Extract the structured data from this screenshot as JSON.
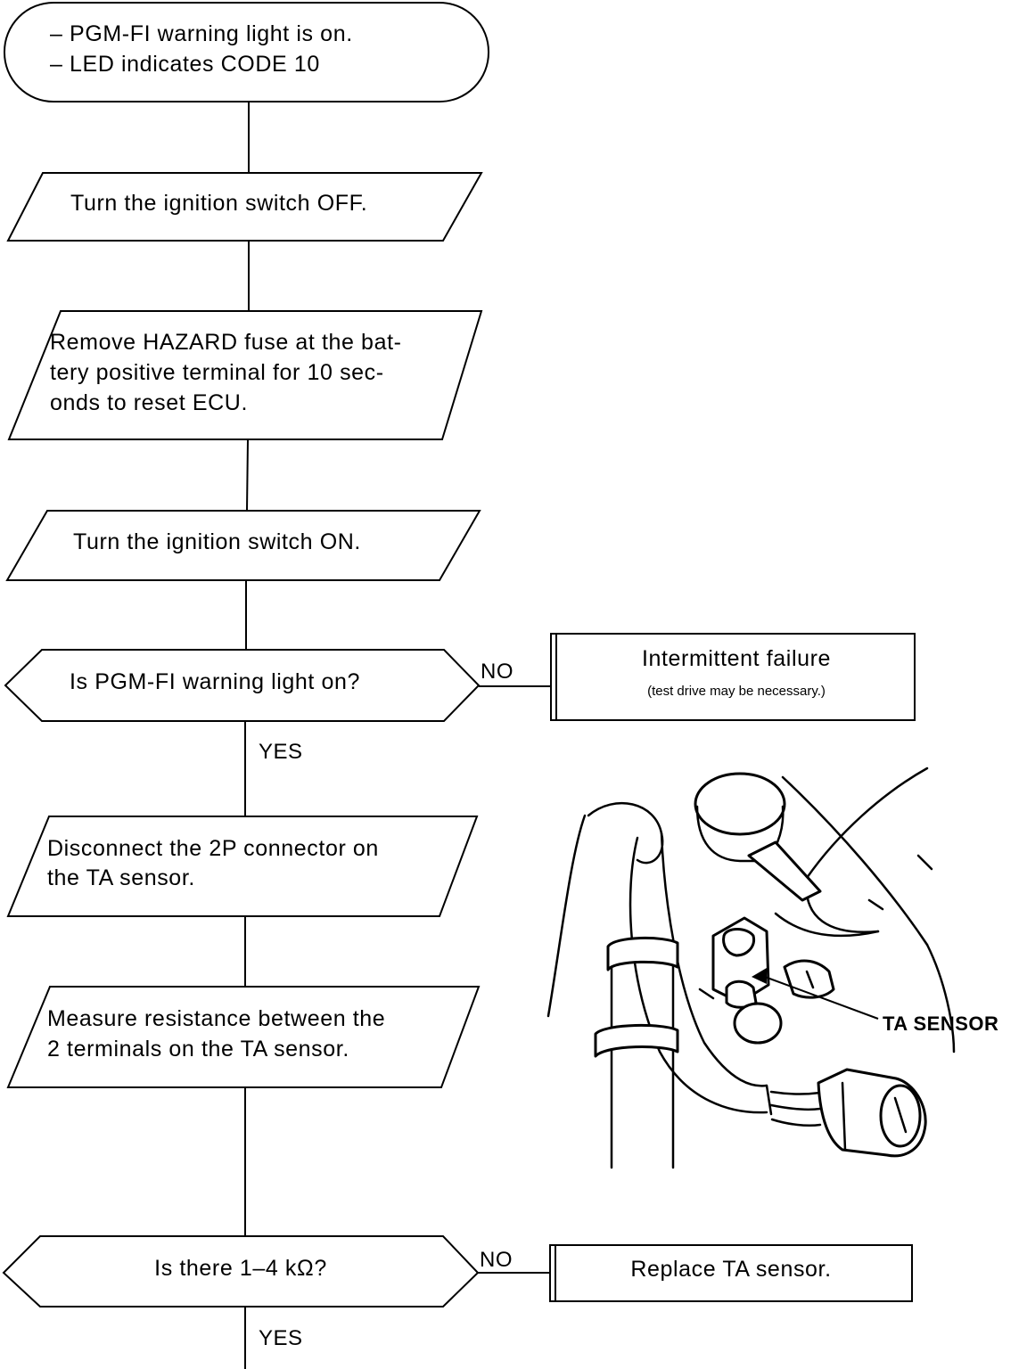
{
  "start": {
    "line1": "– PGM-FI warning light is on.",
    "line2": "– LED indicates CODE 10"
  },
  "steps": {
    "ignition_off": "Turn the ignition switch OFF.",
    "remove_fuse": [
      "Remove HAZARD fuse at the bat-",
      "tery positive terminal for 10 sec-",
      "onds to reset ECU."
    ],
    "ignition_on": "Turn the ignition switch ON.",
    "disconnect": [
      "Disconnect the 2P connector on",
      "the TA sensor."
    ],
    "measure": [
      "Measure resistance between the",
      "2 terminals on the TA sensor."
    ]
  },
  "decisions": {
    "warning_light": "Is PGM-FI warning light on?",
    "resistance": "Is there 1–4 kΩ?"
  },
  "labels": {
    "no": "NO",
    "yes": "YES"
  },
  "results": {
    "intermittent_title": "Intermittent failure",
    "intermittent_note": "(test drive may be necessary.)",
    "replace": "Replace TA sensor."
  },
  "illustration": {
    "callout": "TA SENSOR"
  }
}
